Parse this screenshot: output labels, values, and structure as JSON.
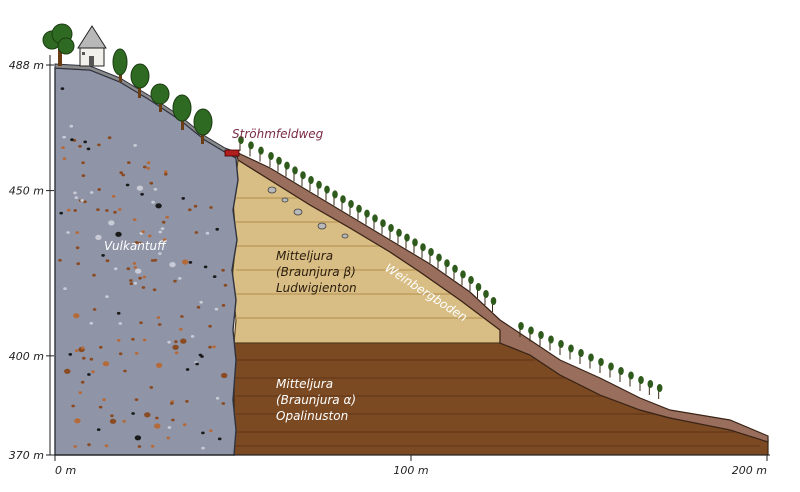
{
  "y_axis": {
    "ticks": [
      {
        "value": 488,
        "label": "488 m"
      },
      {
        "value": 450,
        "label": "450 m"
      },
      {
        "value": 400,
        "label": "400 m"
      },
      {
        "value": 370,
        "label": "370 m"
      }
    ]
  },
  "x_axis": {
    "ticks": [
      {
        "value": 0,
        "label": "0 m"
      },
      {
        "value": 100,
        "label": "100 m"
      },
      {
        "value": 200,
        "label": "200 m"
      }
    ]
  },
  "layers": {
    "vulkantuff": {
      "label": "Vulkantuff",
      "color": "#8f94a6"
    },
    "ludwigienton": {
      "lines": [
        "Mitteljura",
        "(Braunjura β)",
        "Ludwigienton"
      ],
      "color": "#d8bd84"
    },
    "opalinuston": {
      "lines": [
        "Mitteljura",
        "(Braunjura α)",
        "Opalinuston"
      ],
      "color": "#7b4a22"
    },
    "weinbergboden": {
      "label": "Weinbergboden",
      "color": "#9a6e5c"
    }
  },
  "road": {
    "label": "Ströhmfeldweg",
    "color": "#7a2a45"
  },
  "colors": {
    "tree_foliage": "#2f6a22",
    "trunk": "#6b3d14",
    "vine": "#2e5a1c",
    "axis": "#222222"
  }
}
